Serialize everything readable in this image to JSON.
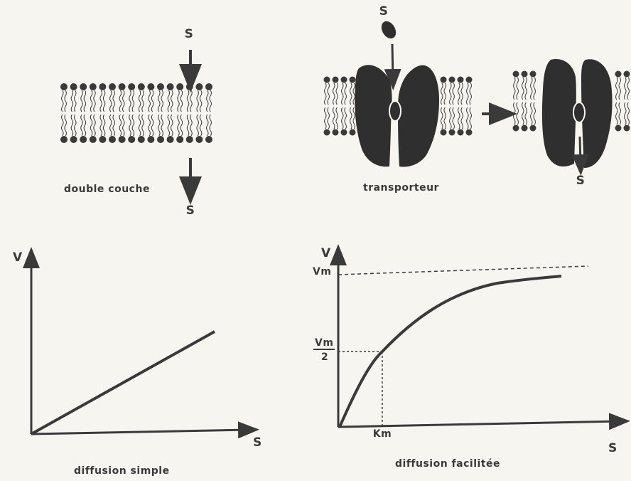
{
  "top_left": {
    "substrate_top": "S",
    "substrate_bottom": "S",
    "caption": "double couche"
  },
  "top_right": {
    "substrate_top": "S",
    "substrate_bottom": "S",
    "caption": "transporteur"
  },
  "simple_chart": {
    "ylabel": "V",
    "xlabel": "S",
    "caption": "diffusion simple"
  },
  "facilitated_chart": {
    "ylabel": "V",
    "xlabel": "S",
    "vm_label": "Vm",
    "half_vm_num": "Vm",
    "half_vm_den": "2",
    "km_label": "Km",
    "caption": "diffusion facilitée"
  },
  "colors": {
    "ink": "#3a3a3a",
    "protein": "#2f2f2f",
    "paper": "#f7f5f0"
  }
}
